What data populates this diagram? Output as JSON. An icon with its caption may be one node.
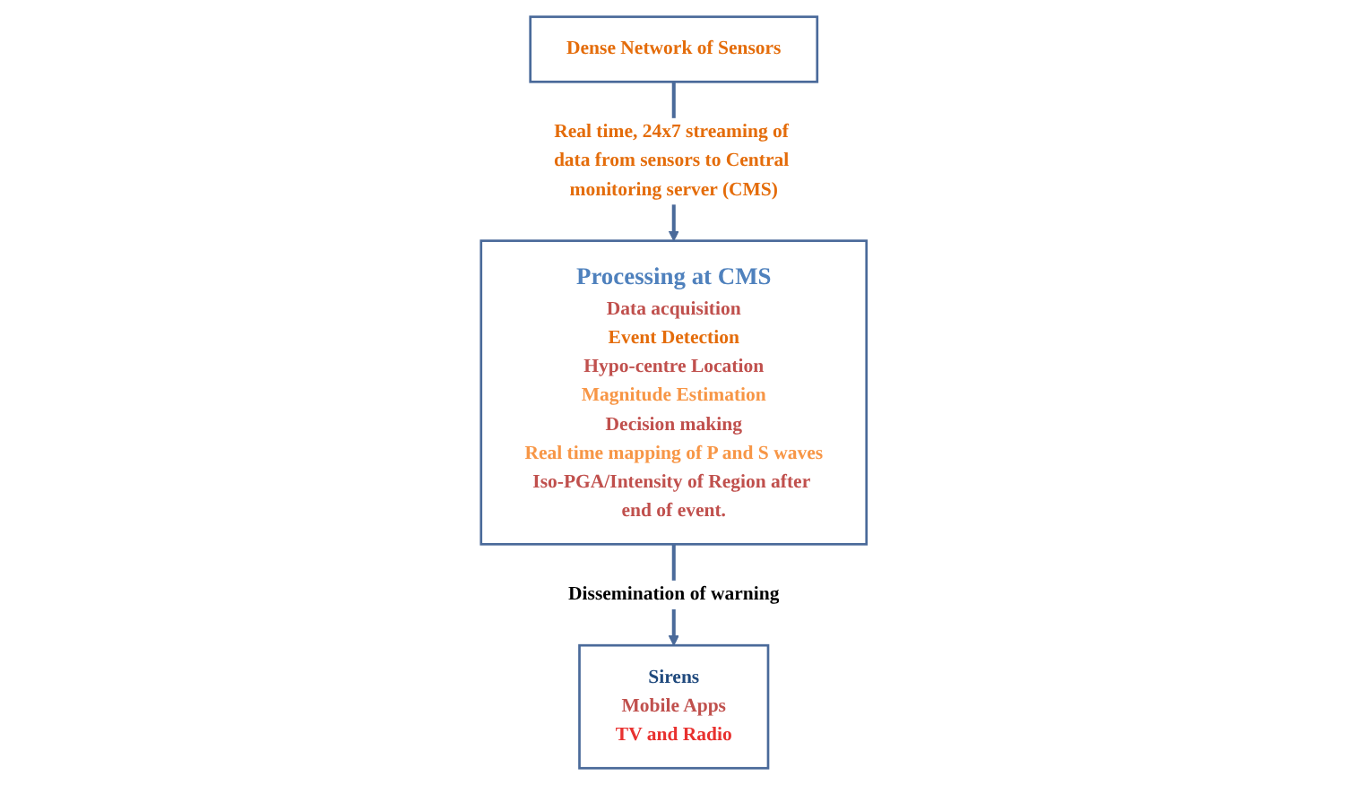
{
  "diagram": {
    "nodes": [
      {
        "text": [
          "Dense Network of Sensors"
        ]
      },
      {
        "text": [
          "Processing at CMS",
          "Data acquisition",
          "Event Detection",
          "Hypo-centre Location",
          "Magnitude Estimation",
          "Decision making",
          "Real time mapping of P and S waves",
          "Iso-PGA/Intensity of Region after end of event."
        ]
      },
      {
        "text": [
          "Sirens",
          "Mobile Apps",
          "TV and Radio"
        ]
      }
    ],
    "edges": [
      {
        "from": 0,
        "to": 1,
        "arrow": "to",
        "label": "Real time, 24x7 streaming of data from sensors to Central monitoring server (CMS)"
      },
      {
        "from": 1,
        "to": 2,
        "arrow": "to",
        "label": "Dissemination of warning"
      }
    ]
  }
}
